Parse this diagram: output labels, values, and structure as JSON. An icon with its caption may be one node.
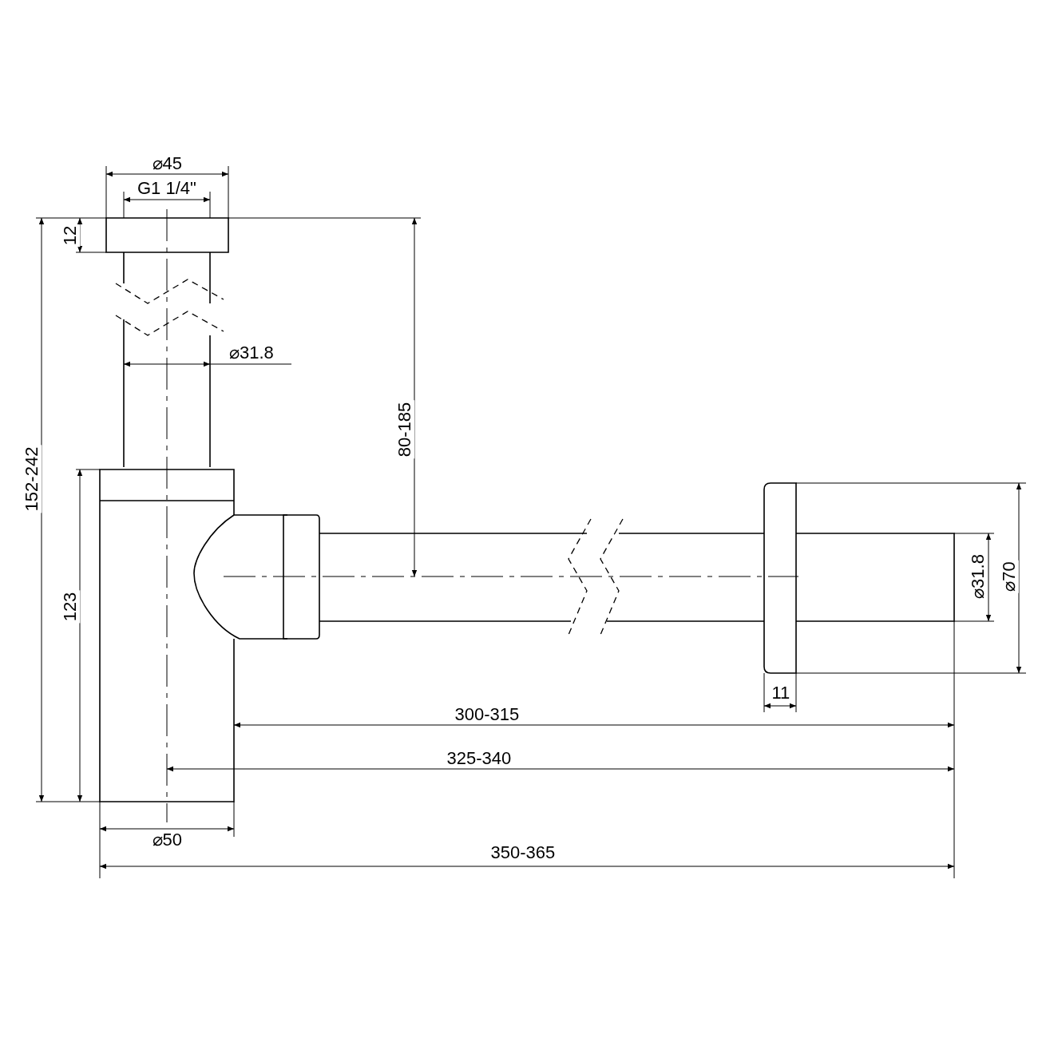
{
  "diagram": {
    "labels": [
      "⌀45",
      "G1 1/4\"",
      "12",
      "⌀31.8",
      "80-185",
      "152-242",
      "123",
      "⌀31.8",
      "⌀70",
      "11",
      "300-315",
      "325-340",
      "⌀50",
      "350-365"
    ]
  }
}
